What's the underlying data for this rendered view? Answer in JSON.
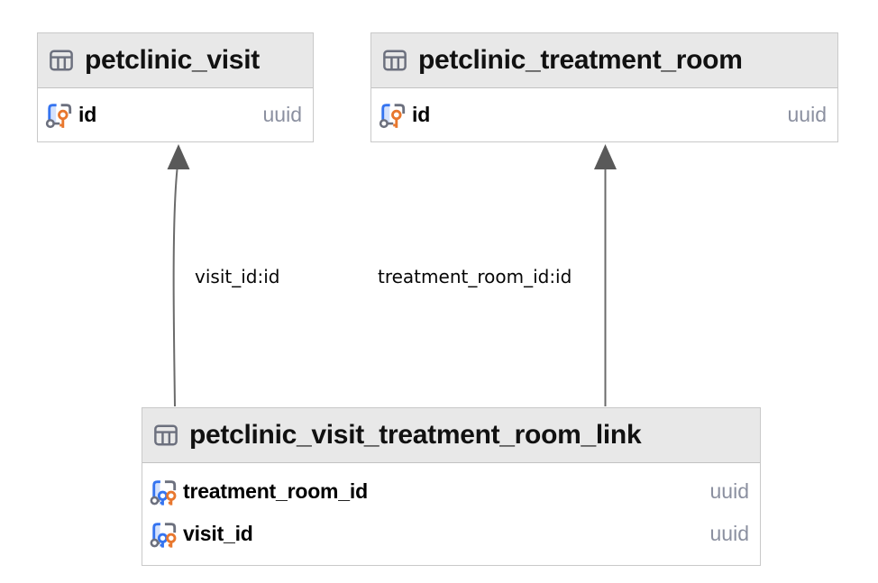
{
  "diagram": {
    "tables": [
      {
        "title": "petclinic_visit",
        "columns": [
          {
            "name": "id",
            "type": "uuid",
            "key": "primary"
          }
        ]
      },
      {
        "title": "petclinic_treatment_room",
        "columns": [
          {
            "name": "id",
            "type": "uuid",
            "key": "primary"
          }
        ]
      },
      {
        "title": "petclinic_visit_treatment_room_link",
        "columns": [
          {
            "name": "treatment_room_id",
            "type": "uuid",
            "key": "primary-foreign"
          },
          {
            "name": "visit_id",
            "type": "uuid",
            "key": "primary-foreign"
          }
        ]
      }
    ],
    "relationships": [
      {
        "from": "petclinic_visit_treatment_room_link",
        "to": "petclinic_visit",
        "label": "visit_id:id"
      },
      {
        "from": "petclinic_visit_treatment_room_link",
        "to": "petclinic_treatment_room",
        "label": "treatment_room_id:id"
      }
    ],
    "colors": {
      "canvas_bg": "#FFFFFF",
      "header_bg": "#E8E8E8",
      "node_border": "#C9C9C9",
      "title_text": "#111111",
      "column_text": "#000000",
      "type_text": "#8B90A0",
      "edge_line": "#6B6B6B",
      "arrowhead": "#595959",
      "icon_gray": "#6C707E",
      "icon_blue": "#3574F0",
      "icon_blue_fill": "#D5E2FC",
      "icon_orange": "#E8772E"
    }
  }
}
